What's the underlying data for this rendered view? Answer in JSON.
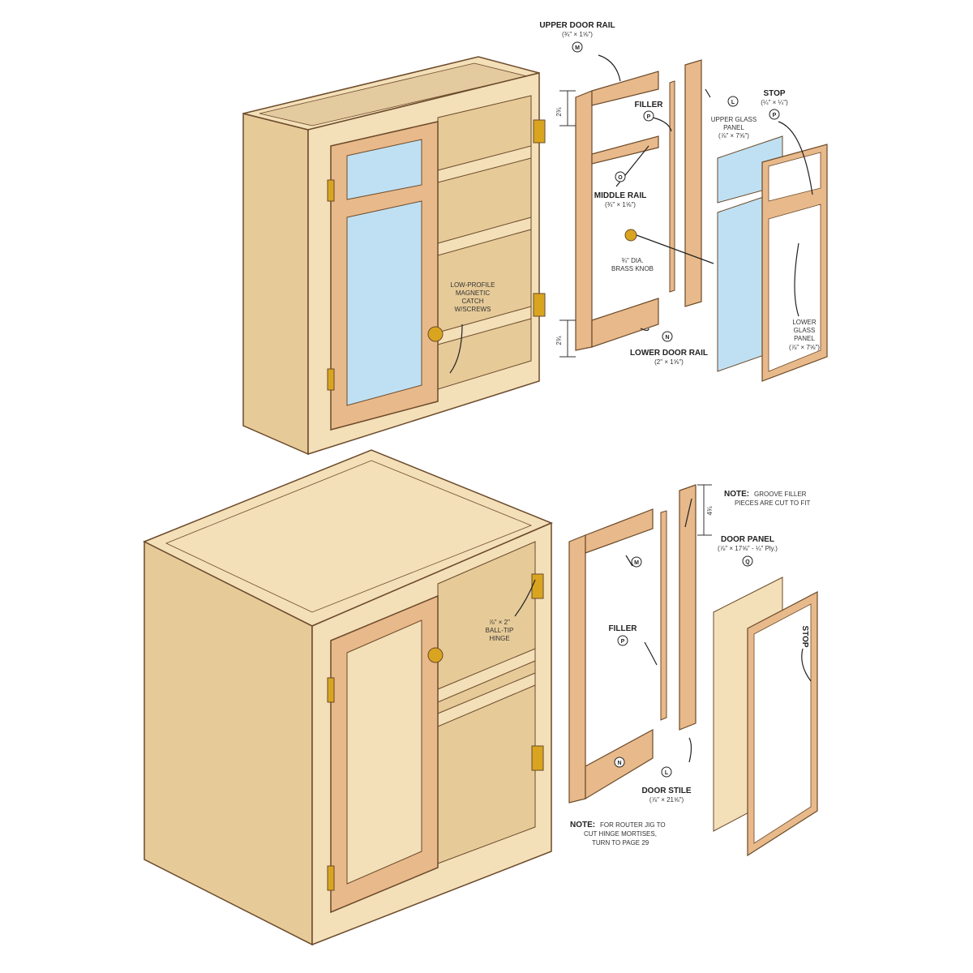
{
  "colors": {
    "carcass": "#f3dfb8",
    "carcass_side": "#e6ca98",
    "carcass_dark": "#c9a470",
    "rail": "#e8b98a",
    "rail_dark": "#b27a4c",
    "glass": "#bfe0f2",
    "glass_dark": "#8cc4e4",
    "brass": "#d9a520",
    "outline": "#6b4a2a"
  },
  "labels": {
    "upper_door_rail": "UPPER DOOR RAIL",
    "upper_door_rail_dim": "(¾\" × 1⅝\")",
    "upper_door_rail_tag": "M",
    "filler": "FILLER",
    "filler_tag": "P",
    "upper_glass_tag": "L",
    "upper_glass": "UPPER GLASS",
    "upper_glass_2": "PANEL",
    "upper_glass_dim": "(⅞\" × 7⅝\")",
    "stop": "STOP",
    "stop_dim": "(¼\" × ¼\")",
    "stop_tag": "P",
    "middle_rail_tag": "O",
    "middle_rail": "MIDDLE RAIL",
    "middle_rail_dim": "(¾\" × 1⅝\")",
    "knob_1": "¾\" DIA.",
    "knob_2": "BRASS KNOB",
    "catch_1": "LOW-PROFILE",
    "catch_2": "MAGNETIC",
    "catch_3": "CATCH",
    "catch_4": "W/SCREWS",
    "lower_glass_1": "LOWER",
    "lower_glass_2": "GLASS",
    "lower_glass_3": "PANEL",
    "lower_glass_dim": "(⅞\" × 7⅝\")",
    "lower_door_rail_tag": "N",
    "lower_door_rail": "LOWER DOOR RAIL",
    "lower_door_rail_dim": "(2\" × 1⅝\")",
    "note_top_head": "NOTE:",
    "note_top_1": "GROOVE FILLER",
    "note_top_2": "PIECES ARE CUT TO FIT",
    "door_panel": "DOOR PANEL",
    "door_panel_dim": "(⅞\" × 17⅝\" - ¼\" Ply.)",
    "door_panel_tag": "Q",
    "rail_m_tag": "M",
    "filler_b": "FILLER",
    "filler_b_tag": "P",
    "hinge_1": "⅞\" × 2\"",
    "hinge_2": "BALL-TIP",
    "hinge_3": "HINGE",
    "stop_b": "STOP",
    "rail_n_tag": "N",
    "door_stile_tag": "L",
    "door_stile": "DOOR STILE",
    "door_stile_dim": "(⅞\" × 21⅝\")",
    "note_bottom_head": "NOTE:",
    "note_bottom_1": "FOR ROUTER JIG TO",
    "note_bottom_2": "CUT HINGE MORTISES,",
    "note_bottom_3": "TURN TO PAGE 29",
    "dim_a": "2¾",
    "dim_b": "2¾",
    "dim_c": "4¾"
  }
}
